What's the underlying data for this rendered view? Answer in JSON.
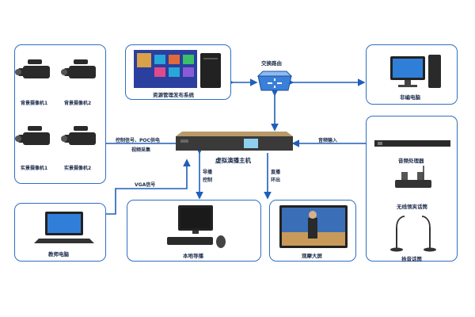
{
  "cameras": {
    "cam_bg_1": "背景摄像机1",
    "cam_bg_2": "背景摄像机2",
    "cam_real_1": "实景摄像机1",
    "cam_real_2": "实景摄像机2"
  },
  "resource_system": "资源管理发布系统",
  "router": "交换路由",
  "edit_pc": "非编电脑",
  "host": "虚拟演播主机",
  "audio": {
    "processor": "音频处理器",
    "wireless_mic": "无线领夹话筒",
    "gooseneck_mic": "拾音话筒"
  },
  "teacher_pc": "教师电脑",
  "local_director": "本地导播",
  "big_screen": "观摩大屏",
  "links": {
    "control_signal": "控制信号、POC供电",
    "video_capture": "视频采集",
    "vga": "VGA信号",
    "guide_control_1": "导播",
    "guide_control_2": "控制",
    "live_loop_1": "直播",
    "live_loop_2": "环出",
    "audio_input": "音频输入"
  },
  "colors": {
    "border": "#2f6fc0",
    "line": "#1f5fb8",
    "text": "#1b2a4a"
  }
}
